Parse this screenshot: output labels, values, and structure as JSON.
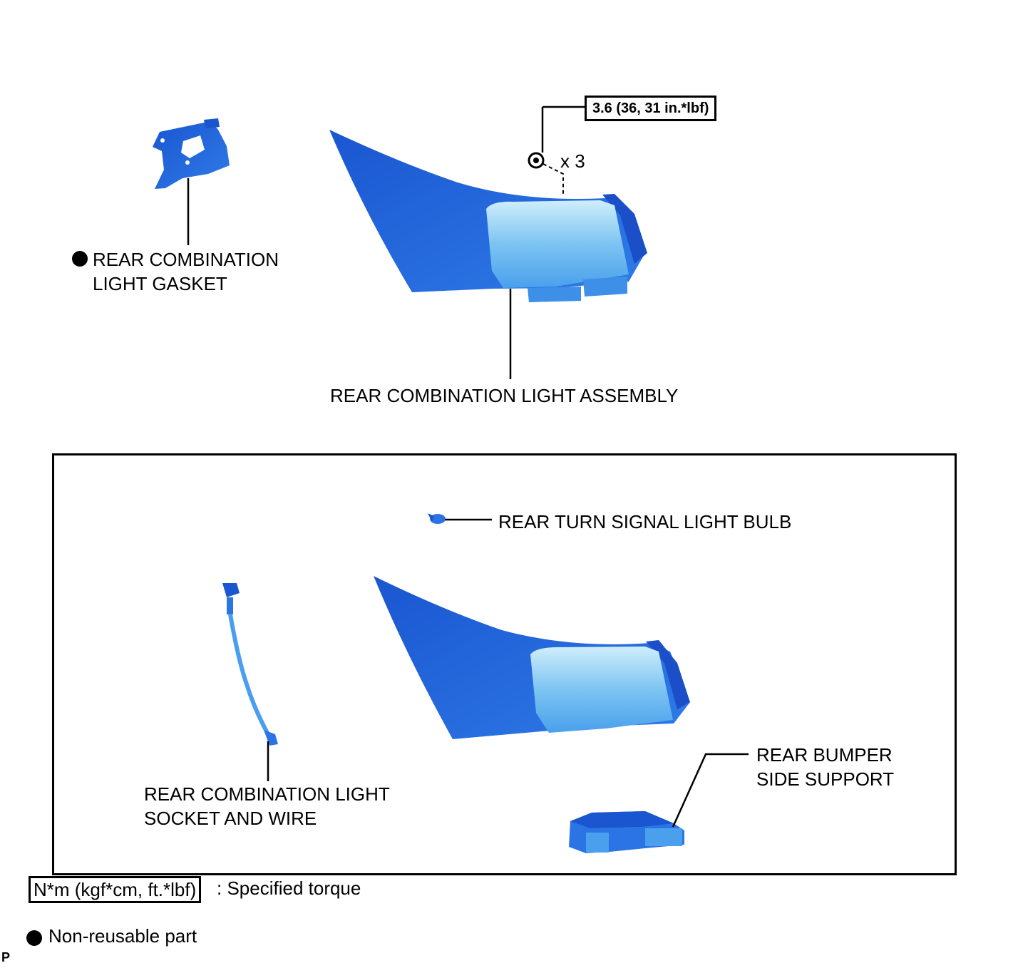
{
  "colors": {
    "part_dark": "#1f5fd6",
    "part_mid": "#2b74e6",
    "part_light": "#5ab0f0",
    "line": "#000000"
  },
  "parts": {
    "gasket": {
      "line1": "REAR COMBINATION",
      "line2": "LIGHT GASKET",
      "non_reusable": true
    },
    "light_assembly": {
      "label": "REAR COMBINATION LIGHT ASSEMBLY"
    },
    "nut": {
      "torque": "3.6 (36, 31 in.*lbf)",
      "quantity": "x 3"
    },
    "turn_bulb": {
      "label": "REAR TURN SIGNAL LIGHT BULB"
    },
    "socket_wire": {
      "line1": "REAR COMBINATION LIGHT",
      "line2": "SOCKET AND WIRE"
    },
    "bumper_support": {
      "line1": "REAR BUMPER",
      "line2": "SIDE SUPPORT"
    }
  },
  "legend": {
    "torque_unit": "N*m (kgf*cm, ft.*lbf)",
    "torque_desc": ": Specified torque",
    "non_reusable": "Non-reusable part"
  },
  "corner_mark": "P"
}
